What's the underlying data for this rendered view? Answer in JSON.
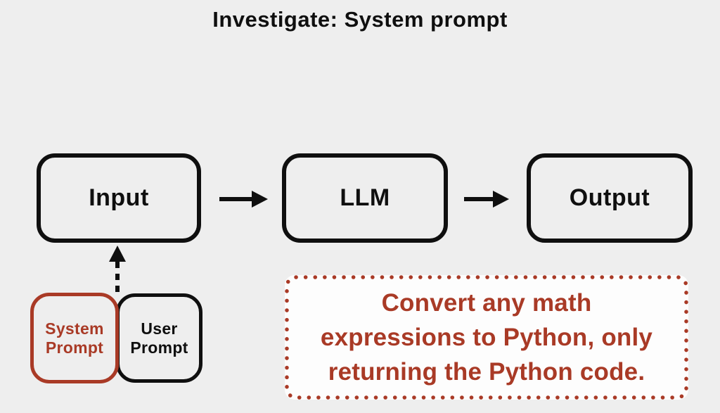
{
  "title": "Investigate: System prompt",
  "colors": {
    "background": "#eeeeee",
    "ink_black": "#0f0f0f",
    "accent_red": "#a93a26",
    "note_background": "#fdfdfd"
  },
  "flow": {
    "nodes": [
      {
        "id": "input",
        "label": "Input"
      },
      {
        "id": "llm",
        "label": "LLM"
      },
      {
        "id": "output",
        "label": "Output"
      }
    ],
    "arrows": [
      {
        "from": "input",
        "to": "llm",
        "style": "solid"
      },
      {
        "from": "llm",
        "to": "output",
        "style": "solid"
      },
      {
        "from": "prompt-boxes",
        "to": "input",
        "style": "dashed"
      }
    ]
  },
  "prompt_boxes": {
    "system": {
      "lines": [
        "System",
        "Prompt"
      ]
    },
    "user": {
      "lines": [
        "User",
        "Prompt"
      ]
    }
  },
  "note": {
    "text": "Convert any math expressions to Python, only returning the Python code.",
    "lines": [
      "Convert any math",
      "expressions to Python, only",
      "returning the Python code."
    ]
  }
}
